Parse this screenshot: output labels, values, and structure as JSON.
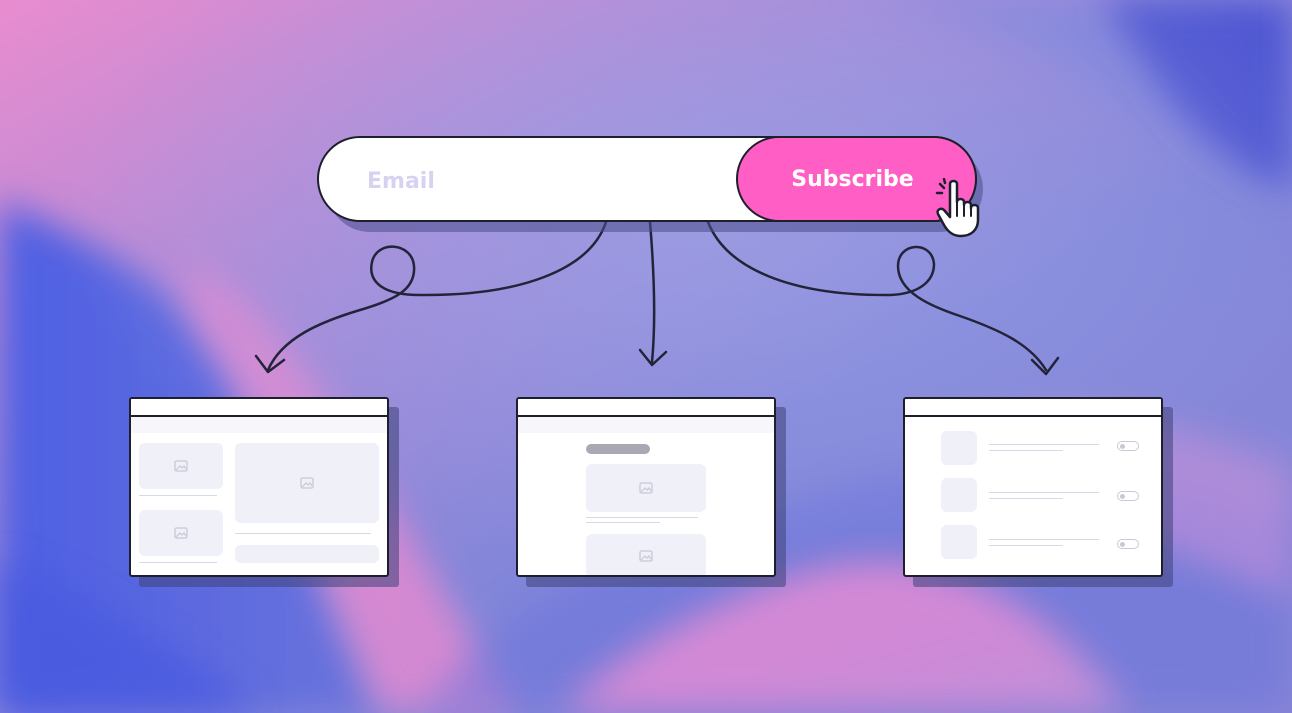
{
  "subscribe_form": {
    "email_placeholder": "Email",
    "email_value": "",
    "subscribe_label": "Subscribe"
  },
  "colors": {
    "subscribe_button": "#ff5ec4",
    "outline": "#1e1f2d",
    "placeholder_text": "#d5d3ef",
    "background_blue": "#5d6fe0",
    "background_pink": "#e58ad2"
  },
  "icons": {
    "cursor": "pointer-hand-icon",
    "placeholder_image": "image-icon",
    "arrows": "curly-arrow-icon"
  },
  "mockups": [
    {
      "name": "grid-layout-mockup"
    },
    {
      "name": "feed-layout-mockup"
    },
    {
      "name": "list-with-toggles-mockup"
    }
  ]
}
